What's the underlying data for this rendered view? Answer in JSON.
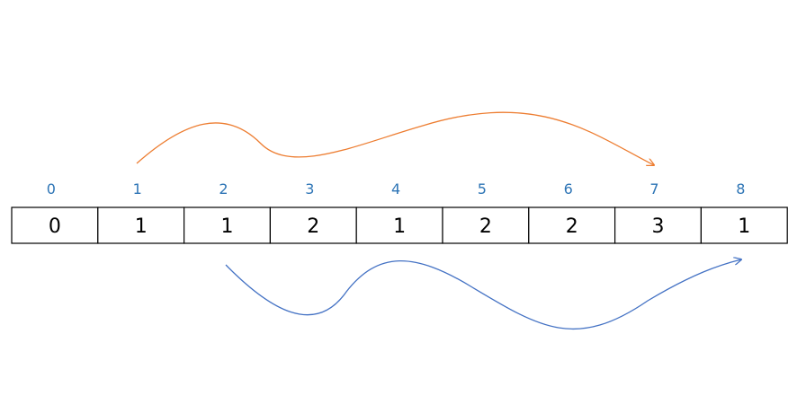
{
  "colors": {
    "index_label": "#2E75B6",
    "orange_arrow": "#ED7D31",
    "blue_arrow": "#4472C4",
    "cell_border": "#000000"
  },
  "indices": [
    "0",
    "1",
    "2",
    "3",
    "4",
    "5",
    "6",
    "7",
    "8"
  ],
  "cells": [
    "0",
    "1",
    "1",
    "2",
    "1",
    "2",
    "2",
    "3",
    "1"
  ],
  "arrows": [
    {
      "name": "orange-jump-arrow",
      "from_index": 1,
      "to_index": 7,
      "side": "above",
      "color": "#ED7D31"
    },
    {
      "name": "blue-jump-arrow",
      "from_index": 2,
      "to_index": 8,
      "side": "below",
      "color": "#4472C4"
    }
  ]
}
